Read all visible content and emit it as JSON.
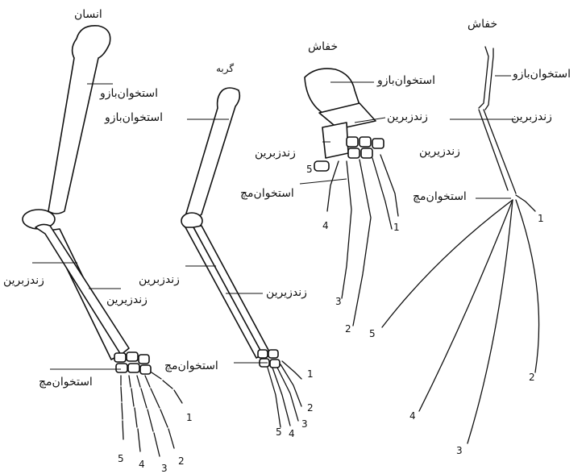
{
  "titles": {
    "human": "انسان",
    "cat": "گربه",
    "bat_hand": "خفاش",
    "bat_wing": "خفاش"
  },
  "labels": {
    "humerus": "استخوان‌بازو",
    "radius": "زندزبرین",
    "ulna": "زندزیرین",
    "carpals": "استخوان‌مچ"
  },
  "digits": [
    "1",
    "2",
    "3",
    "4",
    "5"
  ]
}
